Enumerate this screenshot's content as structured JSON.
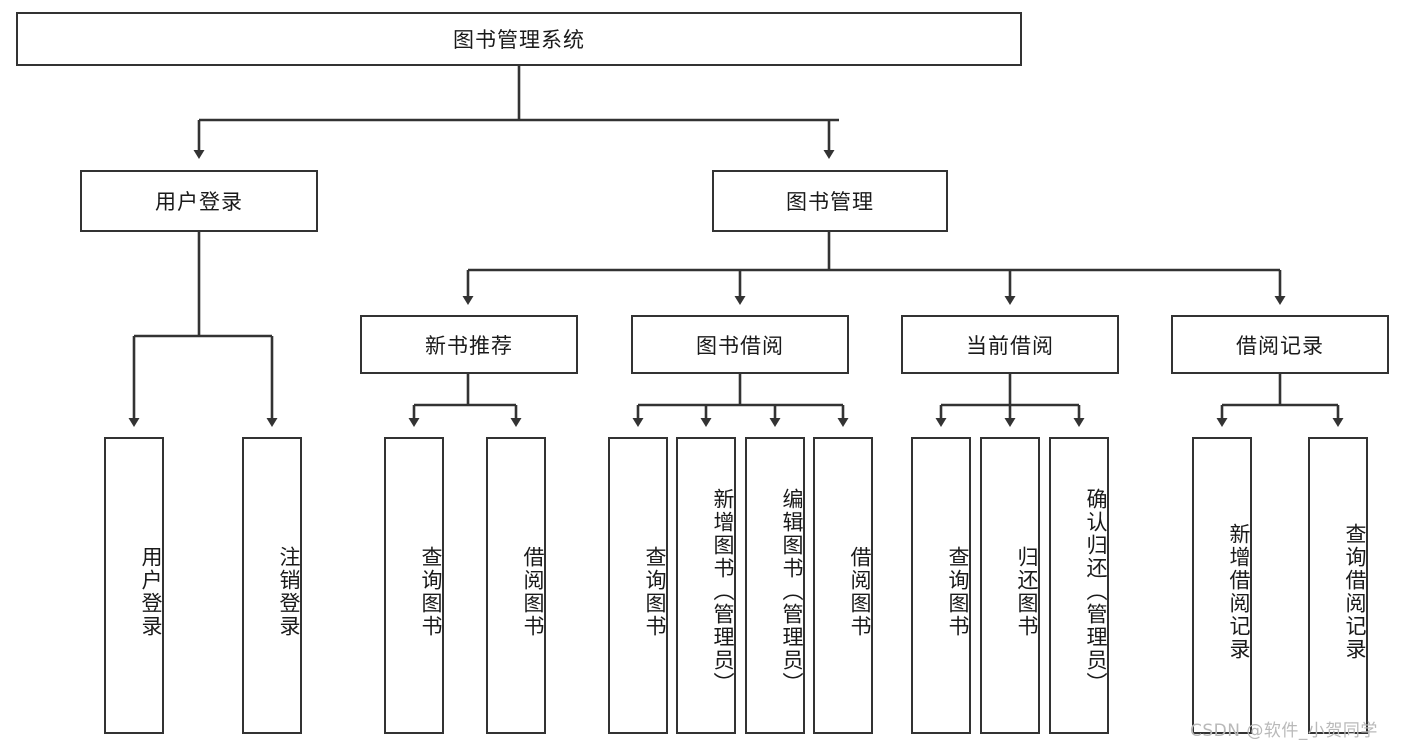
{
  "diagram": {
    "type": "hierarchy-tree",
    "title": "图书管理系统",
    "orientation": "top-down",
    "colors": {
      "box_border": "#333333",
      "box_fill": "#ffffff",
      "edge": "#333333",
      "text": "#1a1a1a",
      "watermark": "#b9b9b9"
    },
    "root": {
      "label": "图书管理系统"
    },
    "level2": [
      {
        "label": "用户登录"
      },
      {
        "label": "图书管理"
      }
    ],
    "level3": [
      {
        "label": "新书推荐"
      },
      {
        "label": "图书借阅"
      },
      {
        "label": "当前借阅"
      },
      {
        "label": "借阅记录"
      }
    ],
    "leaves": {
      "user_login": [
        {
          "label": "用户登录"
        },
        {
          "label": "注销登录"
        }
      ],
      "new_book_recommend": [
        {
          "label": "查询图书"
        },
        {
          "label": "借阅图书"
        }
      ],
      "book_borrow": [
        {
          "label": "查询图书"
        },
        {
          "label": "新增图书（管理员）"
        },
        {
          "label": "编辑图书（管理员）"
        },
        {
          "label": "借阅图书"
        }
      ],
      "current_borrow": [
        {
          "label": "查询图书"
        },
        {
          "label": "归还图书"
        },
        {
          "label": "确认归还（管理员）"
        }
      ],
      "borrow_record": [
        {
          "label": "新增借阅记录"
        },
        {
          "label": "查询借阅记录"
        }
      ]
    }
  },
  "watermark": {
    "text": "CSDN @软件_小贺同学"
  }
}
